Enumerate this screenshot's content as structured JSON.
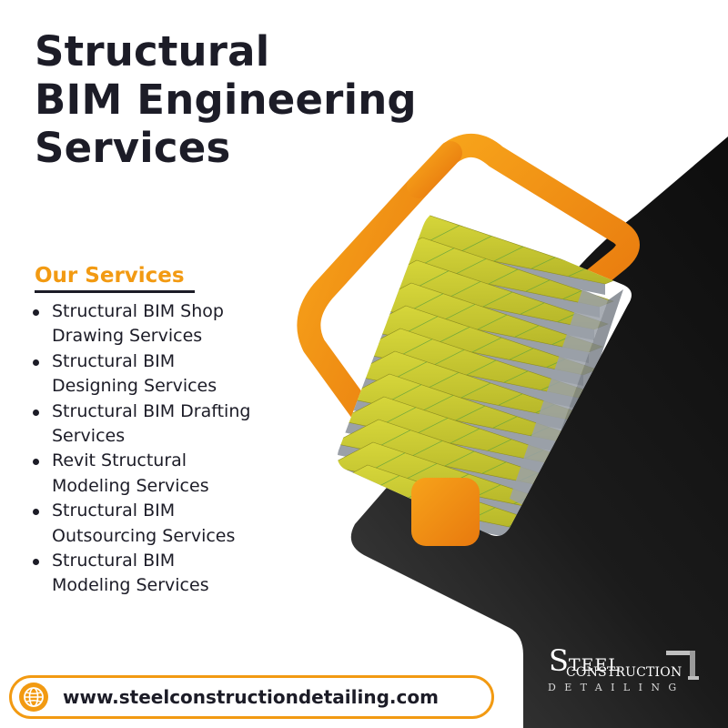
{
  "title": {
    "lines": [
      "Structural",
      "BIM Engineering",
      "Services"
    ]
  },
  "services": {
    "heading": "Our Services",
    "items": [
      {
        "lines": [
          "Structural BIM Shop",
          "Drawing Services"
        ]
      },
      {
        "lines": [
          "Structural BIM",
          "Designing Services"
        ]
      },
      {
        "lines": [
          "Structural BIM Drafting",
          "Services"
        ]
      },
      {
        "lines": [
          "Revit Structural",
          "Modeling Services"
        ]
      },
      {
        "lines": [
          "Structural BIM",
          "Outsourcing Services"
        ]
      },
      {
        "lines": [
          "Structural BIM",
          "Modeling Services"
        ]
      }
    ]
  },
  "website": {
    "url": "www.steelconstructiondetailing.com",
    "icon": "globe-icon"
  },
  "logo": {
    "initial": "S",
    "line1_rest": "TEEL",
    "line2": "CONSTRUCTION",
    "line3": "DETAILING"
  },
  "colors": {
    "accent": "#f29a12",
    "dark": "#1c1c27",
    "panel": "#121212",
    "background": "#ffffff",
    "model_beam": "#c8c832",
    "model_frame": "#9aa0a8",
    "model_slab": "#cc22cc"
  }
}
